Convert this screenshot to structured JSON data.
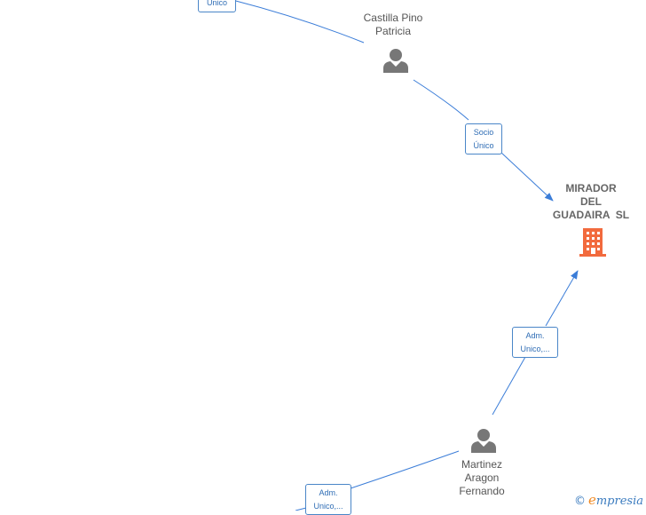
{
  "nodes": {
    "castilla": {
      "name_line1": "Castilla Pino",
      "name_line2": "Patricia",
      "icon": "person-icon"
    },
    "martinez": {
      "name_line1": "Martinez",
      "name_line2": "Aragon",
      "name_line3": "Fernando",
      "icon": "person-icon"
    },
    "company": {
      "name_line1": "MIRADOR",
      "name_line2": "DEL",
      "name_line3": "GUADAIRA  SL",
      "icon": "building-icon"
    }
  },
  "edges": {
    "top_left": {
      "line2": "Unico"
    },
    "castilla_company": {
      "line1": "Socio",
      "line2": "Único"
    },
    "martinez_company": {
      "line1": "Adm.",
      "line2": "Unico,..."
    },
    "bottom_left": {
      "line1": "Adm.",
      "line2": "Unico,..."
    }
  },
  "brand": {
    "copyright": "©",
    "first_letter": "e",
    "rest": "mpresia"
  },
  "colors": {
    "edge": "#3b7dd8",
    "person": "#777777",
    "company": "#f26a3d",
    "brand": "#3a7bbf"
  }
}
